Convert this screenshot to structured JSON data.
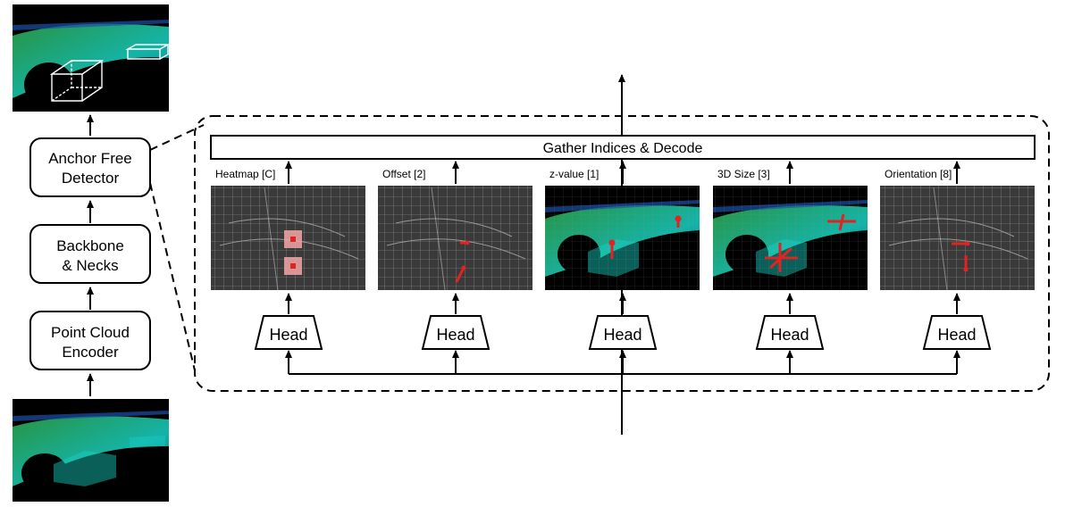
{
  "pipeline": {
    "anchor_free_detector": [
      "Anchor Free",
      "Detector"
    ],
    "backbone_necks": [
      "Backbone",
      "& Necks"
    ],
    "point_cloud_encoder": [
      "Point Cloud",
      "Encoder"
    ]
  },
  "gather_decode": "Gather Indices & Decode",
  "heads": [
    {
      "title": "Heatmap [C]",
      "label": "Head",
      "image": "heatmap-grid"
    },
    {
      "title": "Offset [2]",
      "label": "Head",
      "image": "offset-grid"
    },
    {
      "title": "z-value [1]",
      "label": "Head",
      "image": "z-value-lidar"
    },
    {
      "title": "3D Size [3]",
      "label": "Head",
      "image": "size-lidar"
    },
    {
      "title": "Orientation [8]",
      "label": "Head",
      "image": "orientation-grid"
    }
  ],
  "colors": {
    "lidar_background": "#000000",
    "lidar_cyan": "#19d3c5",
    "lidar_green": "#2fae4e",
    "grid_background": "#3a3a3a",
    "annotation_red": "#e32222",
    "heatmap_pink": "#f2a7a7"
  }
}
